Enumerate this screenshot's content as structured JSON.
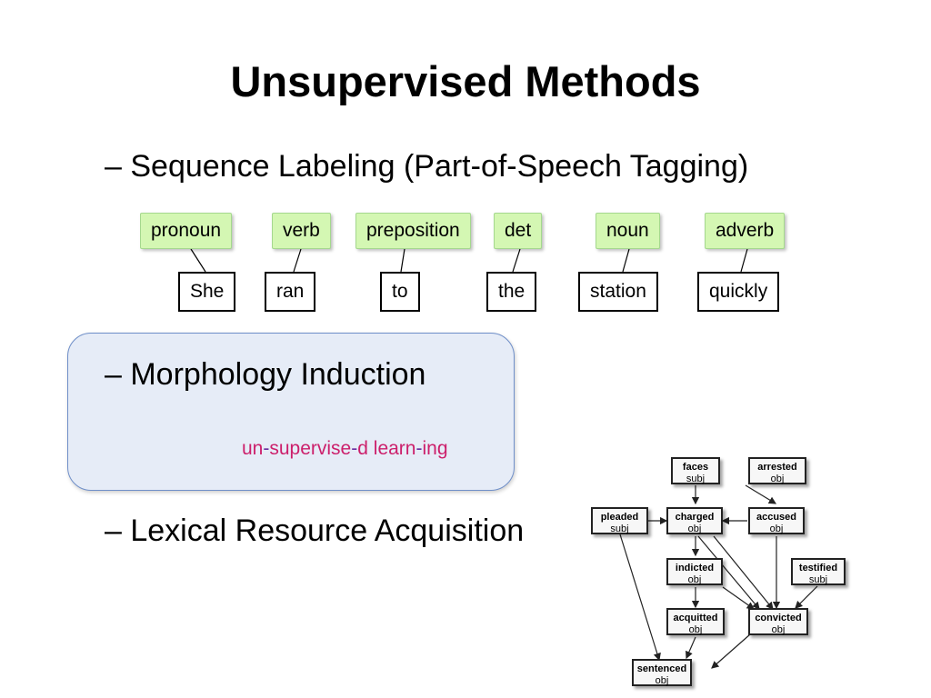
{
  "title": "Unsupervised Methods",
  "bullets": {
    "sequence": "– Sequence Labeling (Part-of-Speech Tagging)",
    "morphology": "– Morphology Induction",
    "lexical": "– Lexical Resource Acquisition"
  },
  "pos_example": {
    "tags": [
      "pronoun",
      "verb",
      "preposition",
      "det",
      "noun",
      "adverb"
    ],
    "words": [
      "She",
      "ran",
      "to",
      "the",
      "station",
      "quickly"
    ]
  },
  "morphology_example": {
    "parts": [
      "un",
      "-",
      "supervise",
      "-",
      "d",
      " ",
      "learn",
      "-",
      "ing"
    ]
  },
  "graph": {
    "nodes": [
      {
        "word": "faces",
        "role": "subj"
      },
      {
        "word": "arrested",
        "role": "obj"
      },
      {
        "word": "pleaded",
        "role": "subj"
      },
      {
        "word": "charged",
        "role": "obj"
      },
      {
        "word": "accused",
        "role": "obj"
      },
      {
        "word": "indicted",
        "role": "obj"
      },
      {
        "word": "testified",
        "role": "subj"
      },
      {
        "word": "acquitted",
        "role": "obj"
      },
      {
        "word": "convicted",
        "role": "obj"
      },
      {
        "word": "sentenced",
        "role": "obj"
      }
    ]
  }
}
